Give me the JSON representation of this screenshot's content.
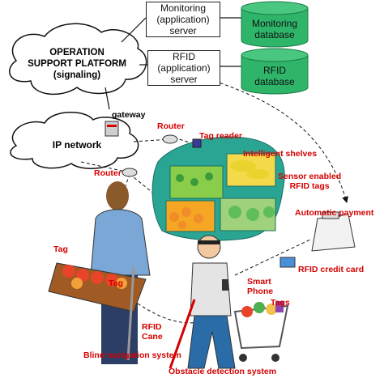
{
  "servers": {
    "monitoring_server": "Monitoring\n(application)\nserver",
    "rfid_server": "RFID\n(application)\nserver"
  },
  "databases": {
    "monitoring_db": "Monitoring\ndatabase",
    "rfid_db": "RFID\ndatabase"
  },
  "clouds": {
    "platform": "OPERATION\nSUPPORT PLATFORM\n(signaling)",
    "ip_network": "IP network"
  },
  "labels": {
    "gateway": "gateway",
    "router_top": "Router",
    "tag_reader": "Tag reader",
    "intelligent_shelves": "Intelligent shelves",
    "router_left": "Router",
    "sensor_tags": "Sensor enabled\nRFID tags",
    "automatic_payment": "Automatic payment",
    "tag_left": "Tag",
    "tag_basket": "Tag",
    "rfid_credit_card": "RFID credit card",
    "smart_phone": "Smart\nPhone",
    "tags_cart": "Tags",
    "rfid_cane": "RFID\nCane",
    "blind_navigation": "Blind navigation system",
    "obstacle_detection": "Obstacle detection system"
  },
  "colors": {
    "db_green": "#2fb56a",
    "label_red": "#d40000",
    "shelf_teal": "#2aa593"
  }
}
